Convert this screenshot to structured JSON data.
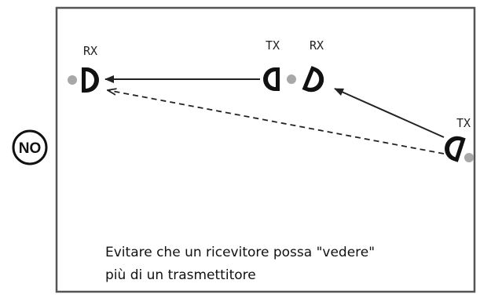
{
  "badge": {
    "text": "NO"
  },
  "devices": [
    {
      "id": "rx-left",
      "label": "RX"
    },
    {
      "id": "tx-middle",
      "label": "TX"
    },
    {
      "id": "rx-middle",
      "label": "RX"
    },
    {
      "id": "tx-right",
      "label": "TX"
    }
  ],
  "caption": {
    "line1": "Evitare che un ricevitore possa \"vedere\"",
    "line2": "più di un trasmettitore"
  },
  "colors": {
    "frame": "#555555",
    "device": "#111111",
    "lens_dot": "#a8a8a8",
    "arrow": "#222222"
  }
}
